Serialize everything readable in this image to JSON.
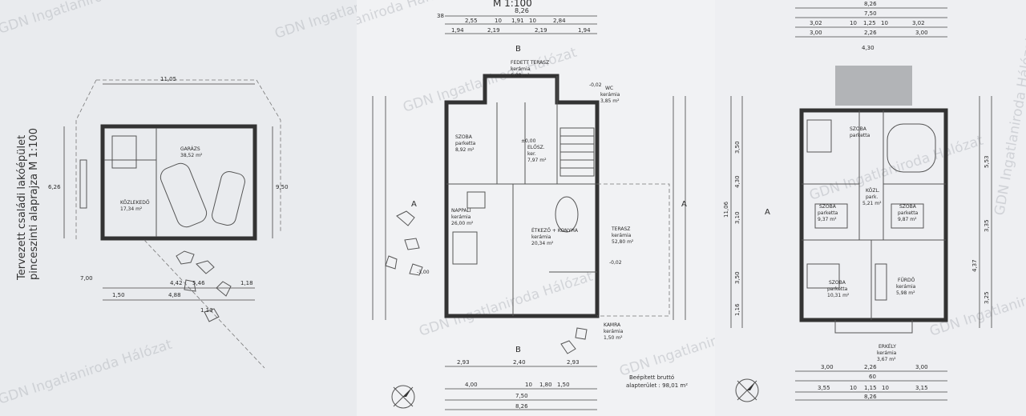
{
  "watermark": "GDN Ingatlaniroda Hálózat",
  "sheet1": {
    "title_line1": "Tervezett családi lakóépület",
    "title_line2": "pinceszinti alaprajza M 1:100",
    "rooms": [
      {
        "name": "KÖZLEKEDŐ",
        "detail": "17,34 m²"
      },
      {
        "name": "GARÁZS",
        "detail": "38,52 m²"
      }
    ],
    "dims": [
      "11,05",
      "5,46",
      "4,42",
      "1,18",
      "1,50",
      "4,88",
      "7,00",
      "1,13",
      "6,26",
      "9,50"
    ]
  },
  "sheet2": {
    "scale_label": "M 1:100",
    "top_dims": [
      "8,26",
      "2,55",
      "10",
      "1,91",
      "10",
      "2,84",
      "38",
      "1,94",
      "2,19",
      "2,19",
      "1,94"
    ],
    "rooms": [
      {
        "name": "FEDETT TERASZ",
        "floor": "kerámia",
        "area": "6,08 m²"
      },
      {
        "name": "WC",
        "floor": "kerámia",
        "area": "3,85 m²"
      },
      {
        "name": "SZOBA",
        "floor": "parketta",
        "area": "8,92 m²"
      },
      {
        "name": "ELŐSZ.",
        "floor": "ker.",
        "area": "7,97 m²"
      },
      {
        "name": "NAPPALI",
        "floor": "kerámia",
        "area": "26,00 m²"
      },
      {
        "name": "ÉTKEZŐ + KONYHA",
        "floor": "kerámia",
        "area": "20,34 m²"
      },
      {
        "name": "TERASZ",
        "floor": "kerámia",
        "area": "52,80 m²"
      },
      {
        "name": "KAMRA",
        "floor": "kerámia",
        "area": "1,50 m²"
      }
    ],
    "bottom_dims": [
      "2,93",
      "2,40",
      "2,93",
      "4,00",
      "10",
      "1,80",
      "1,50",
      "7,50",
      "8,26"
    ],
    "built_label": "Beépített bruttó",
    "built_value": "alapterület : 98,01 m²",
    "section_a": "A",
    "section_b": "B",
    "levels": [
      "-0,02",
      "±0,00",
      "-3,00",
      "-0,02"
    ]
  },
  "sheet3": {
    "top_dims": [
      "8,26",
      "7,50",
      "3,02",
      "10",
      "1,25",
      "10",
      "3,02",
      "3,00",
      "2,26",
      "3,00",
      "4,30"
    ],
    "rooms": [
      {
        "name": "SZOBA",
        "floor": "parketta",
        "area": ""
      },
      {
        "name": "KÖZL.",
        "floor": "park.",
        "area": "5,21 m²"
      },
      {
        "name": "SZOBA",
        "floor": "parketta",
        "area": "9,37 m²"
      },
      {
        "name": "SZOBA",
        "floor": "parketta",
        "area": "9,87 m²"
      },
      {
        "name": "SZOBA",
        "floor": "parketta",
        "area": "10,31 m²"
      },
      {
        "name": "FÜRDŐ",
        "floor": "kerámia",
        "area": "5,98 m²"
      },
      {
        "name": "ERKÉLY",
        "floor": "kerámia",
        "area": "3,67 m²"
      }
    ],
    "bottom_dims": [
      "3,00",
      "2,26",
      "3,00",
      "60",
      "3,55",
      "10",
      "1,15",
      "10",
      "3,15",
      "8,26"
    ],
    "side_dims": [
      "11,06",
      "3,50",
      "4,30",
      "3,10",
      "3,50",
      "1,16",
      "5,53",
      "3,35",
      "4,37",
      "3,25"
    ],
    "section_a": "A"
  }
}
